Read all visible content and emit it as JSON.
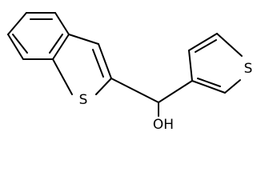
{
  "molecule": {
    "atoms": {
      "s_benzothiophene": "S",
      "s_thiophene": "S",
      "hydroxyl": "OH"
    }
  },
  "colors": {
    "bond": "#000000",
    "label": "#000000",
    "background": "#ffffff"
  }
}
